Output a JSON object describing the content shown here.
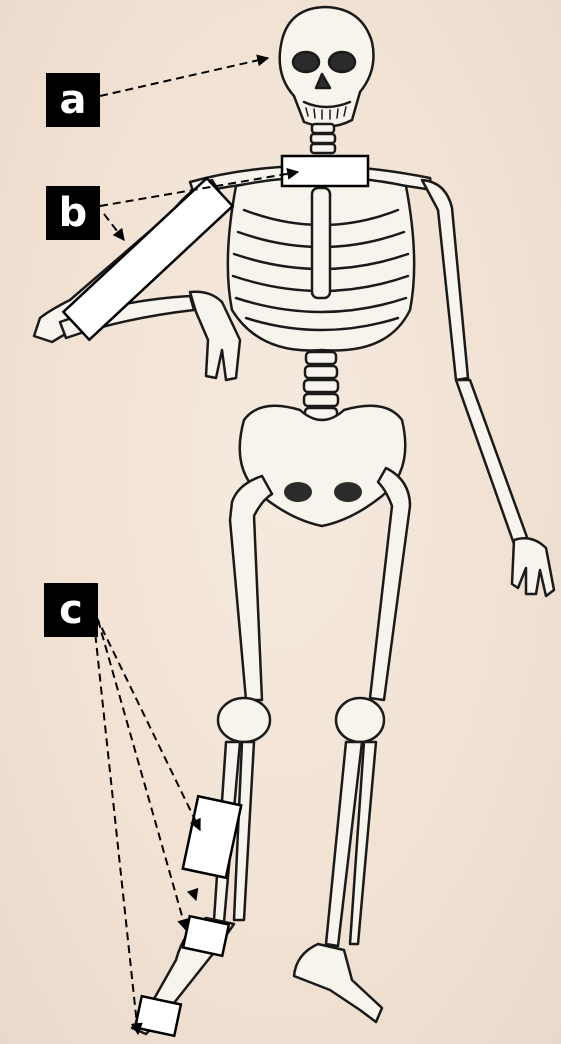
{
  "labels": {
    "a": "a",
    "b": "b",
    "c": "c"
  },
  "colors": {
    "background": "#f3e6da",
    "bone": "#f7f4ee",
    "ink": "#1a1a1a",
    "label_bg": "#000000",
    "label_text": "#ffffff",
    "answer_box": "#ffffff"
  }
}
